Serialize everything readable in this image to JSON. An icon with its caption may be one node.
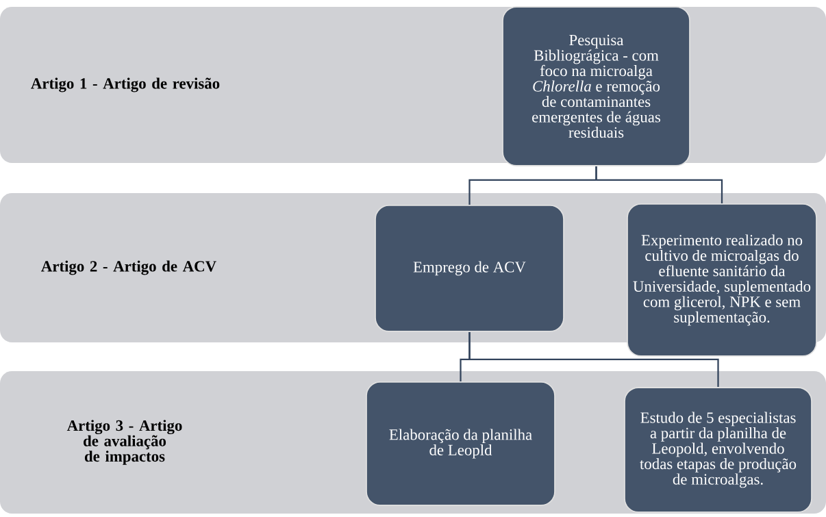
{
  "diagram": {
    "nodes": [
      {
        "text": [
          "Artigo 1 - Artigo de revisão"
        ]
      },
      {
        "text": [
          "Pesquisa Bibliográgica - com foco na microalga *Chlorella* e remoção de contaminantes emergentes de águas residuais"
        ],
        "in": 0
      },
      {
        "text": [
          "Artigo 2 - Artigo de ACV"
        ]
      },
      {
        "text": [
          "Emprego de  ACV"
        ],
        "in": 2
      },
      {
        "text": [
          "Experimento realizado no cultivo de microalgas do efluente sanitário da Universidade, suplementado com glicerol, NPK e sem suplementação."
        ]
      },
      {
        "text": [
          "Artigo 3 - Artigo de avaliação de impactos"
        ]
      },
      {
        "text": [
          "Elaboração da planilha de Leopld"
        ],
        "in": 5
      },
      {
        "text": [
          "Estudo de 5 especialistas a partir da planilha de Leopold, envolvendo todas etapas de produção de microalgas."
        ],
        "in": 5
      }
    ],
    "edges": [
      {
        "from": 1,
        "to": 3,
        "arrow": "none"
      },
      {
        "from": 1,
        "to": 4,
        "arrow": "none"
      },
      {
        "from": 3,
        "to": 6,
        "arrow": "none"
      },
      {
        "from": 3,
        "to": 7,
        "arrow": "none"
      }
    ]
  }
}
